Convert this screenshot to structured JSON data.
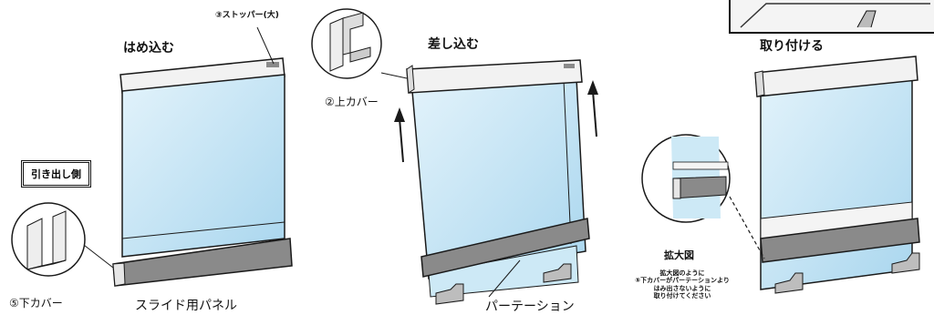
{
  "steps": {
    "step1_title": "はめ込む",
    "step2_title": "差し込む",
    "step3_title": "取り付ける"
  },
  "parts": {
    "stopper": "③ストッパー(大)",
    "top_cover": "②上カバー",
    "bottom_cover": "⑤下カバー",
    "slide_panel": "スライド用パネル",
    "partition": "パーテーション",
    "drawer_side": "引き出し側"
  },
  "zoom": {
    "title": "拡大図",
    "note": [
      "拡大図のように",
      "⑤下カバーがパーテーションより",
      "はみ出さないように",
      "取り付けてください"
    ]
  },
  "colors": {
    "glass": "#bfe1f3",
    "frame": "#f2f2f2",
    "bottom_cover": "#8a8a8a",
    "outline": "#1a1a1a"
  }
}
